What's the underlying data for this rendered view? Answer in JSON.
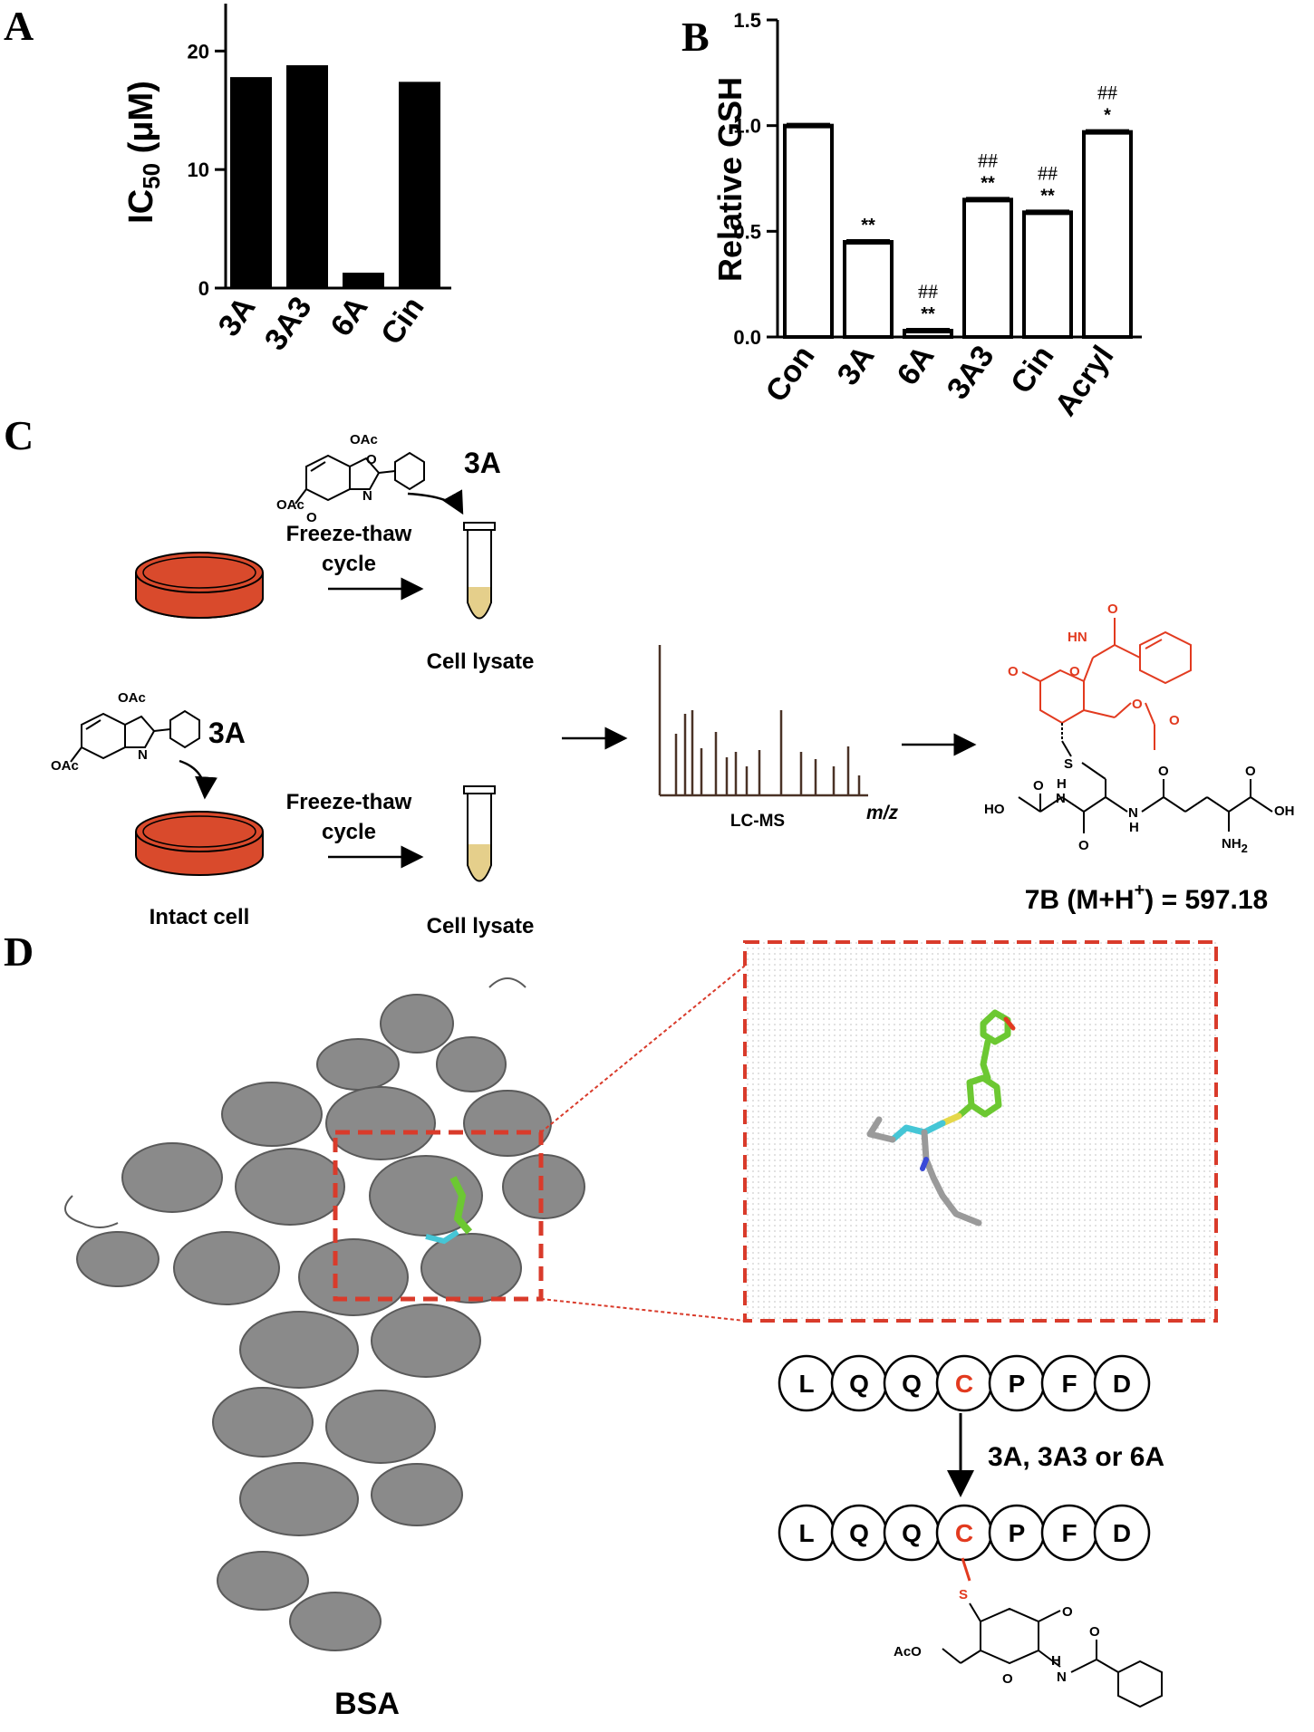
{
  "panels": {
    "a": "A",
    "b": "B",
    "c": "C",
    "d": "D"
  },
  "chart_data": [
    {
      "type": "bar",
      "ylabel": "IC50 (μM)",
      "ylabel_parts": [
        "IC",
        "50",
        " (μM)"
      ],
      "categories": [
        "3A",
        "3A3",
        "6A",
        "Cin"
      ],
      "values": [
        17.8,
        18.8,
        1.3,
        17.4
      ],
      "ylim": [
        0,
        24
      ],
      "yticks": [
        0,
        10,
        20
      ],
      "bar_color": "#000000"
    },
    {
      "type": "bar",
      "ylabel": "Relative GSH",
      "categories": [
        "Con",
        "3A",
        "6A",
        "3A3",
        "Cin",
        "Acryl"
      ],
      "values": [
        1.0,
        0.45,
        0.03,
        0.65,
        0.59,
        0.97
      ],
      "ylim": [
        0,
        1.5
      ],
      "yticks": [
        "0.0",
        "0.5",
        "1.0",
        "1.5"
      ],
      "significance_stars": [
        "",
        "**",
        "**",
        "**",
        "**",
        "*"
      ],
      "significance_hash": [
        "",
        "",
        "##",
        "##",
        "##",
        "##"
      ],
      "bar_color": "#ffffff"
    }
  ],
  "panel_c": {
    "compound_top": "3A",
    "compound_bottom": "3A",
    "step_top": [
      "Freeze-thaw",
      "cycle"
    ],
    "step_bottom": [
      "Freeze-thaw",
      "cycle"
    ],
    "lysate_top": "Cell lysate",
    "lysate_bottom": "Cell lysate",
    "intact_cell": "Intact cell",
    "lcms_label": "LC-MS",
    "mz_label": "m/z",
    "product_label_parts": [
      "7B (M+H",
      "+",
      ") = 597.18"
    ],
    "chem_atoms": {
      "oac": "OAc",
      "o": "O",
      "n": "N",
      "hn": "HN",
      "s": "S",
      "h": "H",
      "ho": "HO",
      "oh": "OH",
      "nh2": "NH",
      "nh2_sub": "2",
      "ac_o": "AcO"
    },
    "colors": {
      "dish": "#d94a2c",
      "lysate": "#e5cf8b",
      "adduct": "#e23a1f"
    }
  },
  "panel_d": {
    "protein_label": "BSA",
    "sequence_top": [
      "L",
      "Q",
      "Q",
      "C",
      "P",
      "F",
      "D"
    ],
    "sequence_bottom": [
      "L",
      "Q",
      "Q",
      "C",
      "P",
      "F",
      "D"
    ],
    "reaction_label": "3A, 3A3 or 6A",
    "highlight_residue_index": 3,
    "colors": {
      "box": "#d93b2b",
      "protein": "#8a8a8a",
      "ligand": "#6cc832",
      "linker": "#45c6d6"
    }
  }
}
